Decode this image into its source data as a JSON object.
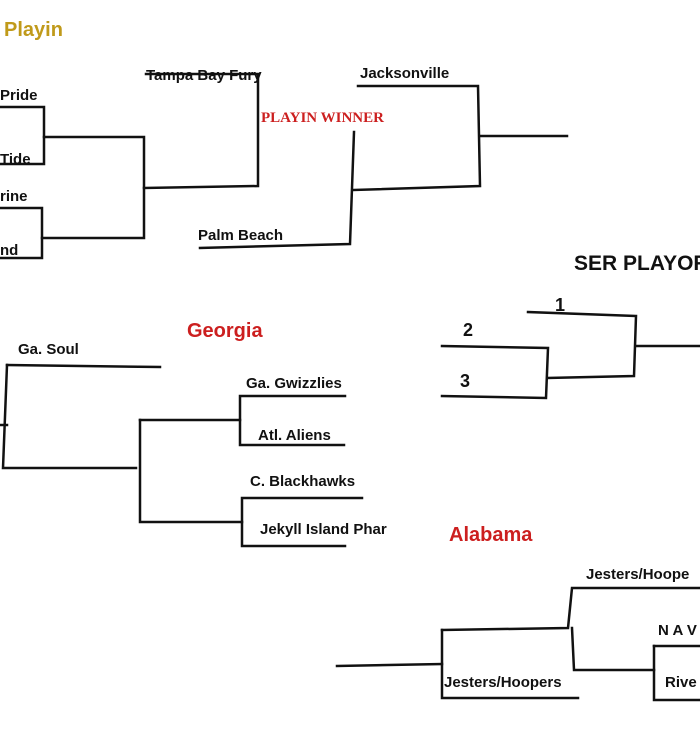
{
  "colors": {
    "ink": "#111111",
    "gold": "#c09a1a",
    "red": "#cc1f1f"
  },
  "headers": {
    "playin": "Playin",
    "georgia": "Georgia",
    "alabama": "Alabama",
    "ser_playoff": "SER PLAYOF"
  },
  "playin": {
    "team_pride": "Pride",
    "team_tide": "Tide",
    "team_rine": "rine",
    "team_nd": "nd",
    "tampa": "Tampa Bay Fury",
    "palm_beach": "Palm Beach",
    "winner": "PLAYIN WINNER",
    "jacksonville": "Jacksonville"
  },
  "georgia": {
    "soul": "Ga. Soul",
    "gwizzlies": "Ga. Gwizzlies",
    "aliens": "Atl. Aliens",
    "blackhawks": "C. Blackhawks",
    "jekyll": "Jekyll Island Phar"
  },
  "playoff": {
    "seed1": "1",
    "seed2": "2",
    "seed3": "3"
  },
  "alabama": {
    "jesters_top": "Jesters/Hoope",
    "nav": "N A V",
    "rive": "Rive",
    "jesters_bottom": "Jesters/Hoopers"
  }
}
